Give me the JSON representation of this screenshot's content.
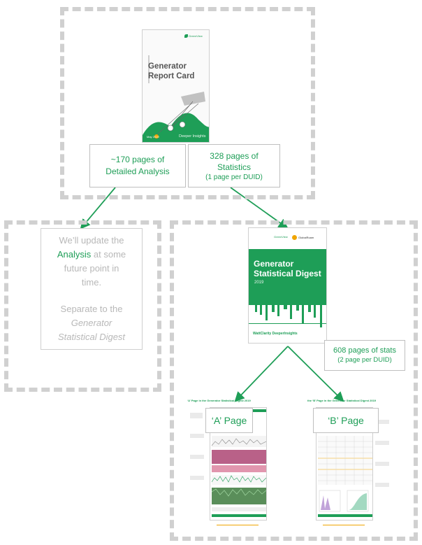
{
  "cover1": {
    "brand": "GreenView",
    "title_line1": "Generator",
    "title_line2": "Report  Card",
    "date": "May 2019",
    "footer_brand": "Deeper Insights"
  },
  "box_detailed": {
    "line1": "~170 pages of",
    "line2": "Detailed Analysis"
  },
  "box_statistics": {
    "line1": "328 pages of",
    "line2": "Statistics",
    "line3": "(1 page per DUID)"
  },
  "left_note": {
    "line1": "We’ll update the",
    "highlight": "Analysis",
    "line2_rest": " at some",
    "line3": "future point in",
    "line4": "time.",
    "line5": "Separate to the",
    "line6": "Generator",
    "line7": "Statistical Digest"
  },
  "cover2": {
    "brand1": "GreenView",
    "brand2": "GlobalRoam",
    "title_line1": "Generator",
    "title_line2": "Statistical Digest",
    "year": "2019",
    "footer": "WattClarity DeeperInsights"
  },
  "box_stats": {
    "line1": "608 pages of stats",
    "line2": "(2 page per DUID)"
  },
  "page_a": {
    "label": "‘A’ Page",
    "header": "‘A’ Page in the Generator Statistical Digest 2019"
  },
  "page_b": {
    "label": "‘B’ Page",
    "header": "the ‘B’ Page in the Generator Statistical Digest 2019"
  },
  "colors": {
    "green": "#1e9e57",
    "dashed": "#d0d0d0",
    "orange": "#f0a500"
  }
}
